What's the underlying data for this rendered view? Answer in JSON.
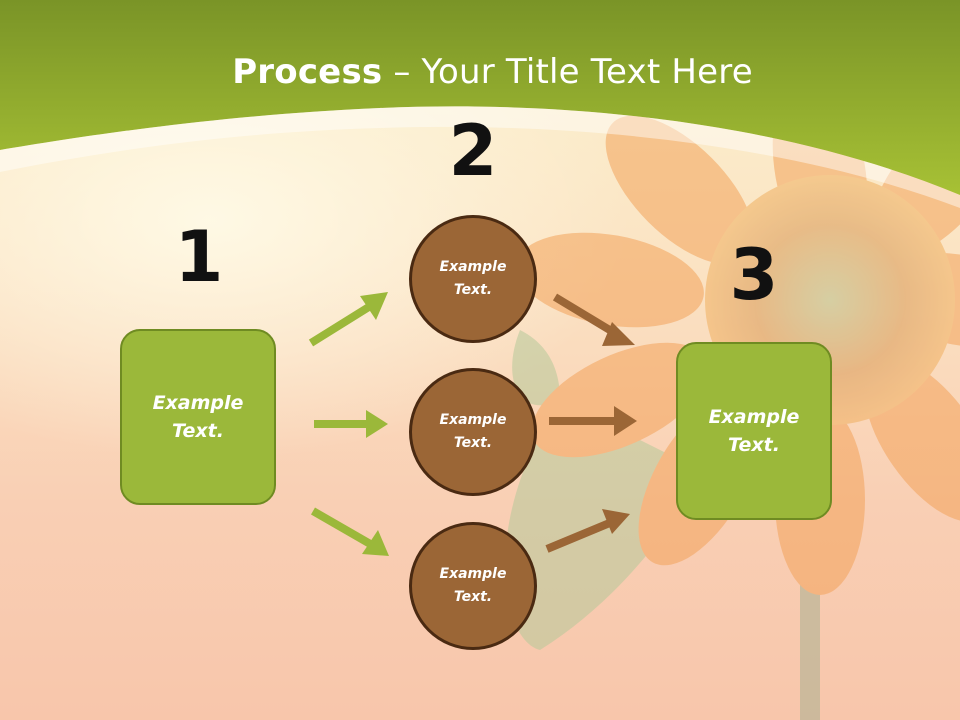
{
  "title": {
    "bold": "Process",
    "rest": " – Your Title Text Here"
  },
  "steps": {
    "one": {
      "number": "1",
      "box_text": "Example\nText."
    },
    "two": {
      "number": "2",
      "circles": [
        "Example\nText.",
        "Example\nText.",
        "Example\nText."
      ]
    },
    "three": {
      "number": "3",
      "box_text": "Example\nText."
    }
  },
  "colors": {
    "header_green": "#9bb83a",
    "box_green": "#9bb83a",
    "circle_brown": "#9b6636",
    "arrow_green": "#9bb83a",
    "arrow_brown": "#9b6636"
  }
}
